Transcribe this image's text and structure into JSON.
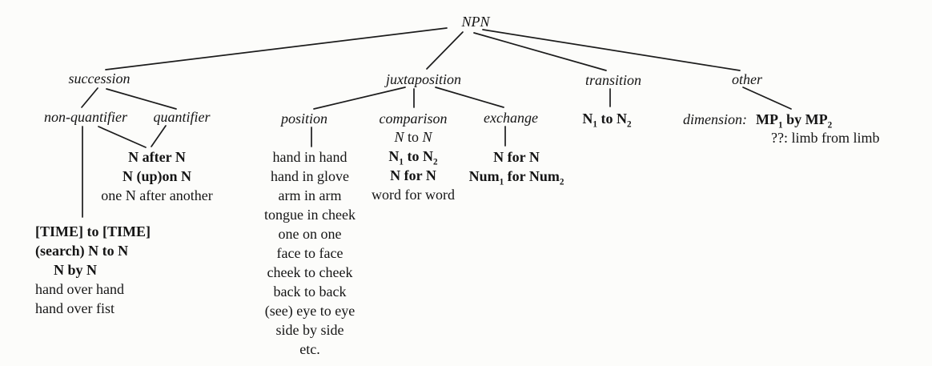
{
  "root": {
    "label": "NPN"
  },
  "succession": {
    "label": "succession",
    "non_quantifier": {
      "label": "non-quantifier",
      "items": [
        {
          "text": "[TIME] to [TIME]",
          "style": "bold"
        },
        {
          "text": "(search) N to N",
          "style": "bold"
        },
        {
          "text": "N by N",
          "style": "bold indent"
        },
        {
          "text": "hand over hand",
          "style": "roman"
        },
        {
          "text": "hand over fist",
          "style": "roman"
        }
      ]
    },
    "quantifier": {
      "label": "quantifier"
    },
    "shared_items": [
      {
        "text": "N after N",
        "style": "bold"
      },
      {
        "text": "N (up)on N",
        "style": "bold"
      },
      {
        "text": "one N after another",
        "style": "roman"
      }
    ]
  },
  "juxtaposition": {
    "label": "juxtaposition",
    "position": {
      "label": "position",
      "items": [
        {
          "text": "hand in hand",
          "style": "roman"
        },
        {
          "text": "hand in glove",
          "style": "roman"
        },
        {
          "text": "arm in arm",
          "style": "roman"
        },
        {
          "text": "tongue in cheek",
          "style": "roman"
        },
        {
          "text": "one on one",
          "style": "roman"
        },
        {
          "text": "face to face",
          "style": "roman"
        },
        {
          "text": "cheek to cheek",
          "style": "roman"
        },
        {
          "text": "back to back",
          "style": "roman"
        },
        {
          "text": "(see) eye to eye",
          "style": "roman"
        },
        {
          "text": "side by side",
          "style": "roman"
        },
        {
          "text": "etc.",
          "style": "roman"
        }
      ]
    },
    "comparison": {
      "label": "comparison",
      "items": [
        {
          "text": "*N* to *N*",
          "style": "roman"
        },
        {
          "text": "N_{1} to N_{2}",
          "style": "bold"
        },
        {
          "text": "N for N",
          "style": "bold"
        },
        {
          "text": "word for word",
          "style": "roman"
        }
      ]
    },
    "exchange": {
      "label": "exchange",
      "items": [
        {
          "text": "N for N",
          "style": "bold"
        },
        {
          "text": "Num_{1} for Num_{2}",
          "style": "bold"
        }
      ]
    }
  },
  "transition": {
    "label": "transition",
    "items": [
      {
        "text": "N_{1} to N_{2}",
        "style": "bold"
      }
    ]
  },
  "other": {
    "label": "other",
    "dimension_label": "dimension:",
    "dimension_value": "MP_{1} by MP_{2}",
    "unknown_label": "??: limb from limb"
  }
}
